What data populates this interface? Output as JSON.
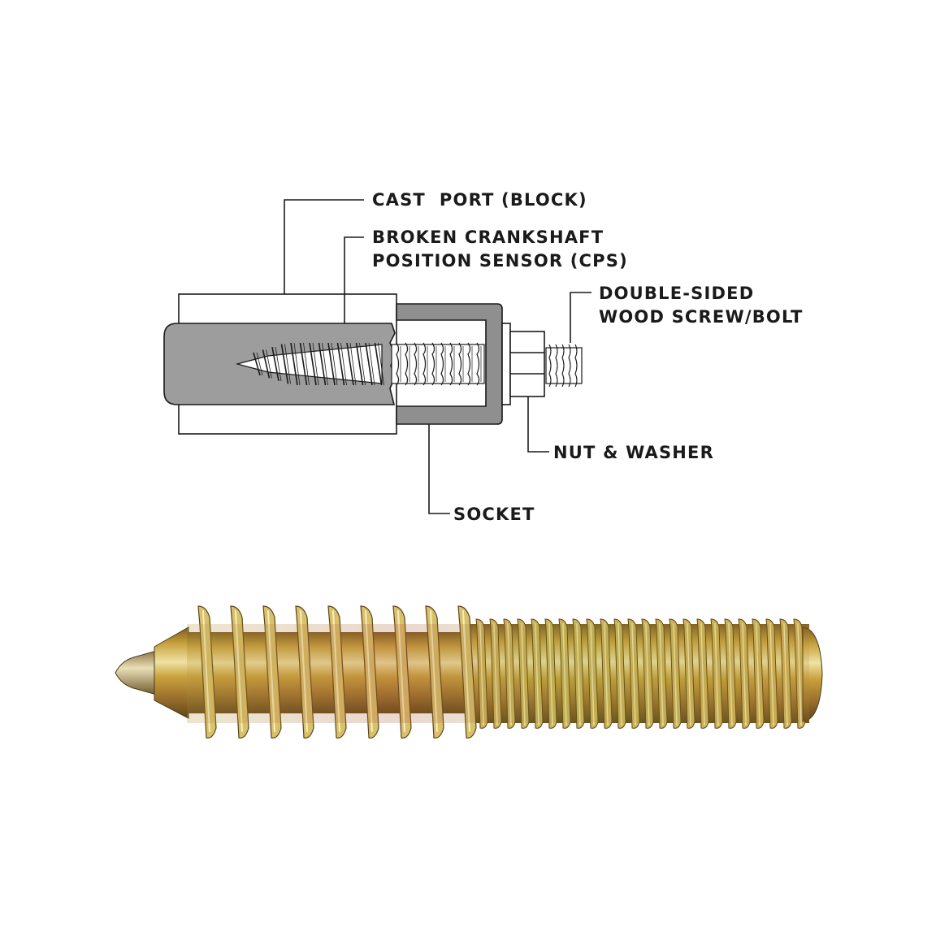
{
  "labels": {
    "cast_port": "CAST  PORT (BLOCK)",
    "broken_cps_line1": "BROKEN CRANKSHAFT",
    "broken_cps_line2": "POSITION SENSOR (CPS)",
    "screw_line1": "DOUBLE-SIDED",
    "screw_line2": "WOOD SCREW/BOLT",
    "nut_washer": "NUT & WASHER",
    "socket": "SOCKET"
  },
  "colors": {
    "ink": "#1a1a1a",
    "sensor_gray": "#9d9d9d",
    "socket_gray": "#8f8f8f",
    "bolt_gold": "#c9a640",
    "bolt_bronze": "#a87a35",
    "bolt_highlight": "#eee0a0"
  },
  "photo": {
    "subject": "double-sided-wood-screw-bolt-photo"
  }
}
